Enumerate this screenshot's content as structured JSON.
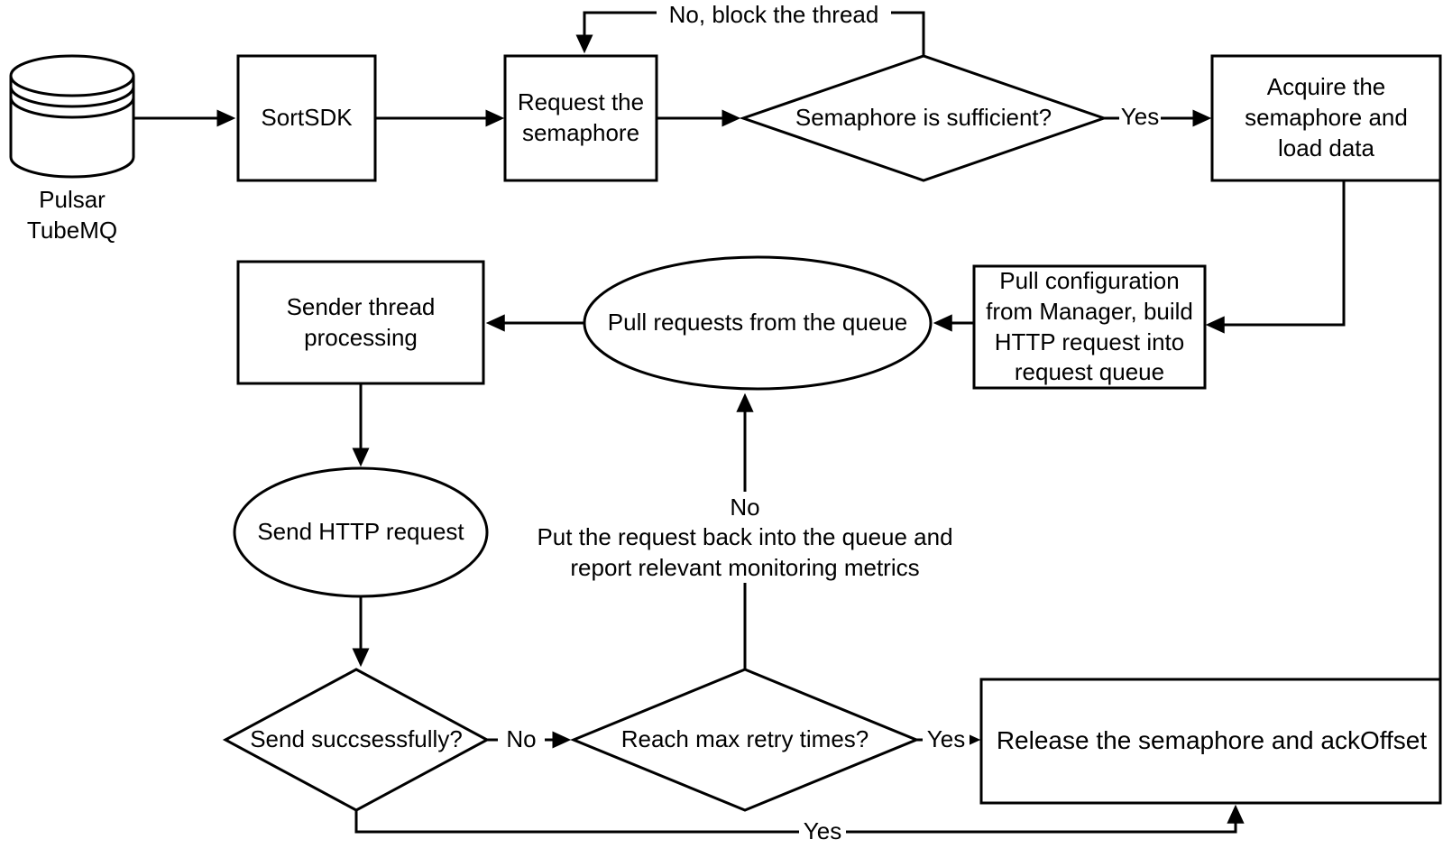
{
  "page": {
    "background": "#ffffff",
    "line_color": "#000000",
    "text_color": "#000000"
  },
  "nodes": {
    "pulsar": "Pulsar\nTubeMQ",
    "sortsdk": "SortSDK",
    "request_semaphore": "Request the\nsemaphore",
    "semaphore_sufficient": "Semaphore is sufficient?",
    "acquire_semaphore": "Acquire the\nsemaphore and\nload data",
    "pull_configuration": "Pull configuration\nfrom Manager, build\nHTTP request into\nrequest queue",
    "pull_requests": "Pull requests from the queue",
    "sender_thread": "Sender thread\nprocessing",
    "send_http_request": "Send HTTP request",
    "send_successfully": "Send succsessfully?",
    "reach_max_retry": "Reach max retry times?",
    "release_semaphore": "Release the semaphore and ackOffset"
  },
  "edge_labels": {
    "no_block_thread": "No,  block the thread",
    "yes_semaphore": "Yes",
    "no_retry": "No",
    "put_back": "Put the request back into the queue and\nreport relevant monitoring metrics",
    "no_send": "No",
    "yes_retry": "Yes",
    "yes_send": "Yes"
  }
}
